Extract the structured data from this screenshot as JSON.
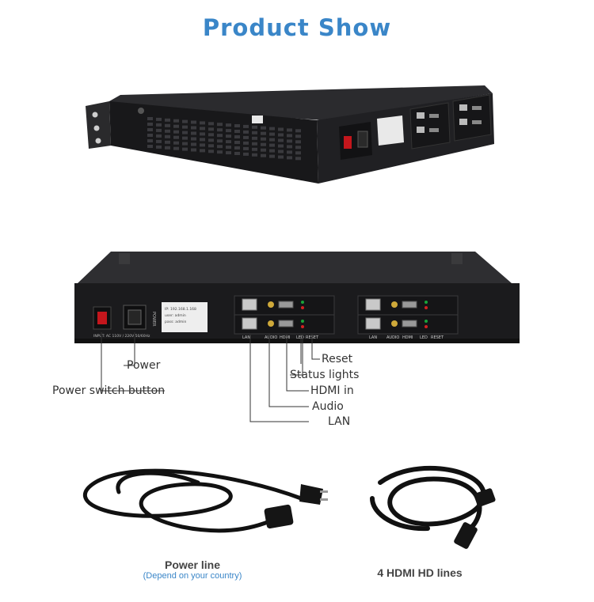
{
  "title": "Product Show",
  "callouts": {
    "reset": "Reset",
    "status_lights": "Status lights",
    "hdmi_in": "HDMI in",
    "audio": "Audio",
    "lan": "LAN",
    "power": "Power",
    "power_switch": "Power switch button"
  },
  "panel_text": {
    "input": "INPUT: AC 110V / 220V 50/60Hz",
    "power_mark": "POWER",
    "lan": "LAN",
    "audio": "AUDIO",
    "hdmi": "HDMI",
    "led": "LED",
    "reset": "RESET",
    "sticker_ip": "IP: 192.168.1.168",
    "sticker_user": "user: admin",
    "sticker_pass": "pass: admin"
  },
  "captions": {
    "power_line": "Power line",
    "power_line_note": "(Depend on your country)",
    "hdmi_lines": "4 HDMI HD lines"
  },
  "colors": {
    "title": "#3a86c8",
    "chassis": "#1c1c1e",
    "switch": "#c4161c",
    "led_green": "#19a43a",
    "led_red": "#d32222"
  }
}
